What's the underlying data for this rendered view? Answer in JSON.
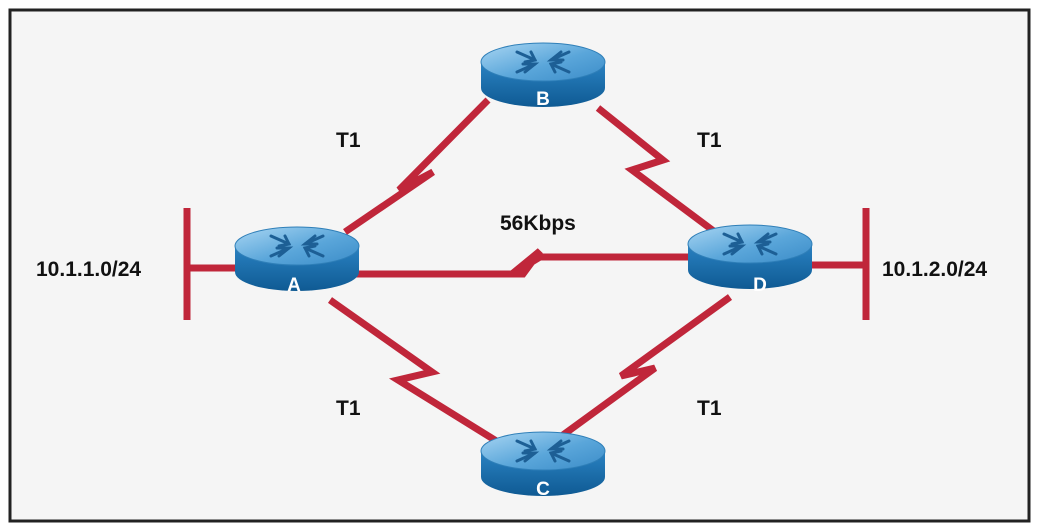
{
  "colors": {
    "frame_bg": "#f5f5f5",
    "frame_border": "#222222",
    "link": "#c0263a",
    "router_top": "#5fa8da",
    "router_side": "#1c6fae",
    "label_text": "#111111",
    "router_text": "#ffffff"
  },
  "routers": {
    "a": {
      "label": "A",
      "icon": "router-icon"
    },
    "b": {
      "label": "B",
      "icon": "router-icon"
    },
    "c": {
      "label": "C",
      "icon": "router-icon"
    },
    "d": {
      "label": "D",
      "icon": "router-icon"
    }
  },
  "links": {
    "a_b": {
      "label": "T1"
    },
    "b_d": {
      "label": "T1"
    },
    "a_c": {
      "label": "T1"
    },
    "c_d": {
      "label": "T1"
    },
    "a_d": {
      "label": "56Kbps"
    }
  },
  "networks": {
    "left": {
      "label": "10.1.1.0/24"
    },
    "right": {
      "label": "10.1.2.0/24"
    }
  }
}
